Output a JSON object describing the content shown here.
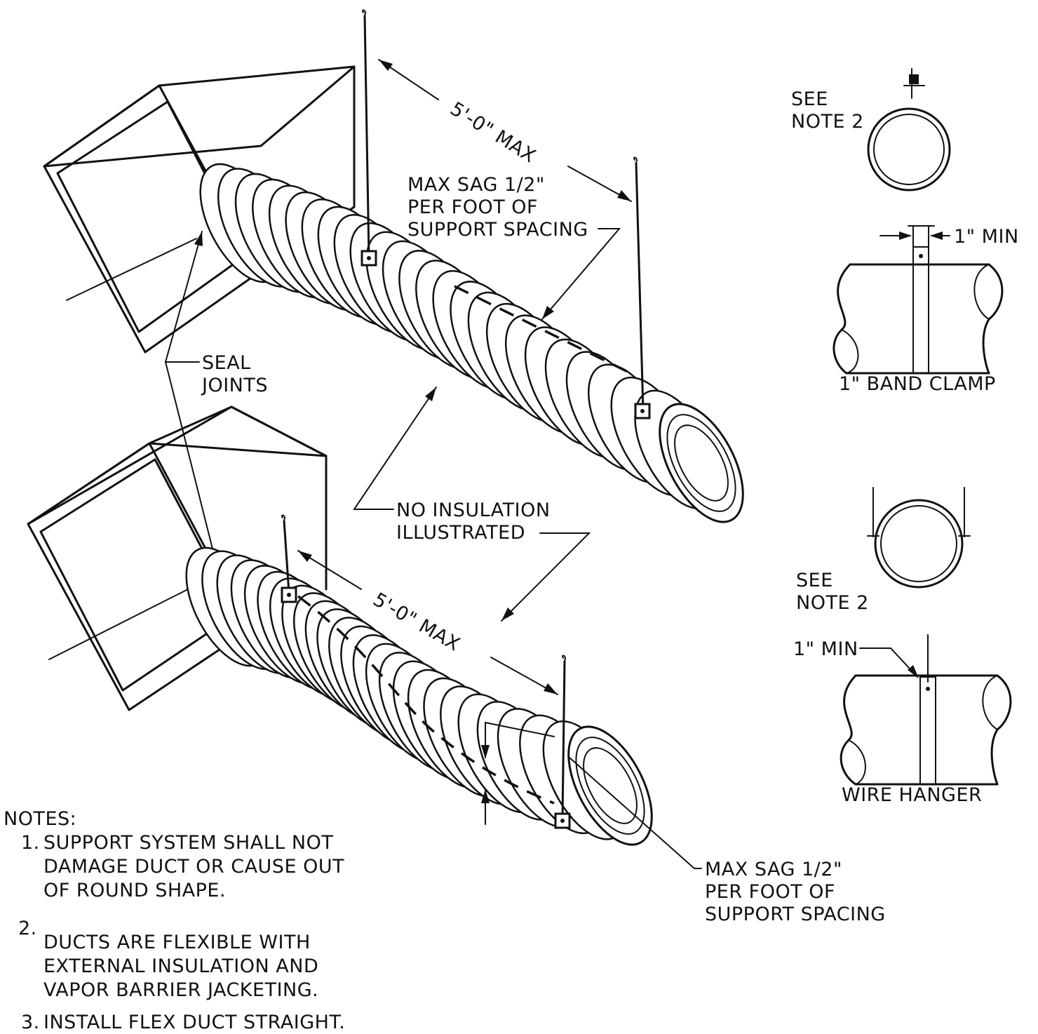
{
  "labels": {
    "top_dimension": "5'-0\" MAX",
    "bottom_dimension": "5'-0\" MAX",
    "top_sag": [
      "MAX SAG 1/2\"",
      "PER FOOT OF",
      "SUPPORT SPACING"
    ],
    "bottom_sag": [
      "MAX SAG 1/2\"",
      "PER FOOT OF",
      "SUPPORT SPACING"
    ],
    "seal_joints": [
      "SEAL",
      "JOINTS"
    ],
    "no_insulation": [
      "NO INSULATION",
      "ILLUSTRATED"
    ],
    "see_note_top": [
      "SEE",
      "NOTE 2"
    ],
    "see_note_bottom": [
      "SEE",
      "NOTE 2"
    ],
    "one_inch_min_top": "1\" MIN",
    "one_inch_min_bottom": "1\" MIN",
    "band_clamp": "1\" BAND CLAMP",
    "wire_hanger": "WIRE HANGER"
  },
  "notes": {
    "title": "NOTES:",
    "items": [
      {
        "num": "1.",
        "lines": [
          "SUPPORT SYSTEM SHALL NOT",
          "DAMAGE DUCT OR CAUSE OUT",
          "OF ROUND SHAPE."
        ]
      },
      {
        "num": "2.",
        "lines": [
          "DUCTS ARE FLEXIBLE WITH",
          "EXTERNAL INSULATION AND",
          "VAPOR BARRIER JACKETING."
        ]
      },
      {
        "num": "3.",
        "lines": [
          "INSTALL FLEX DUCT STRAIGHT."
        ]
      }
    ]
  }
}
